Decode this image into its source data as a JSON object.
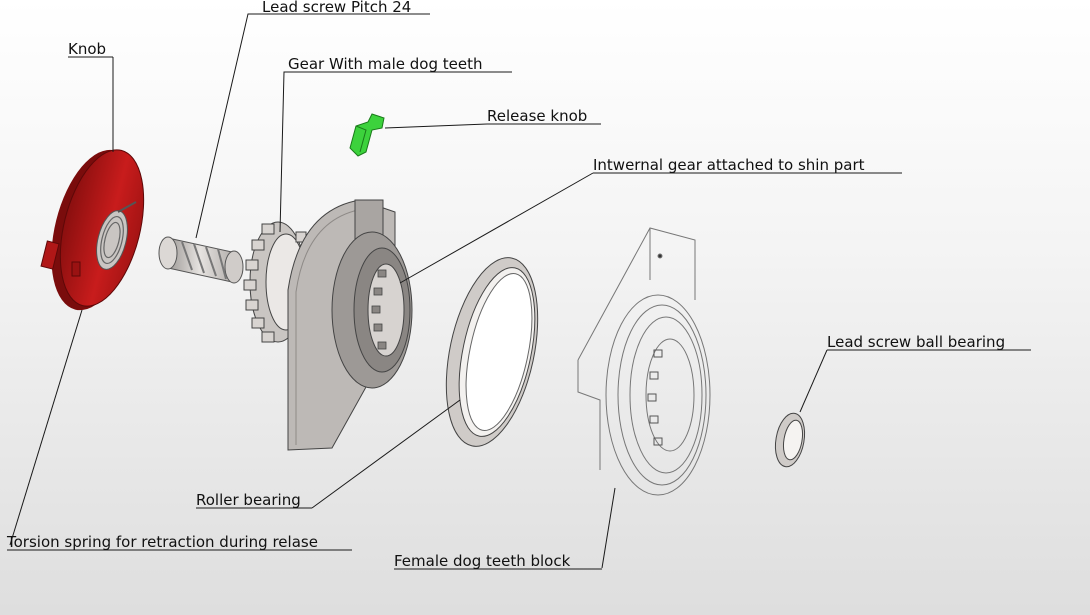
{
  "labels": {
    "knob": "Knob",
    "lead_screw_pitch": "Lead screw Pitch 24",
    "gear_male_dog_teeth": "Gear With male dog teeth",
    "release_knob": "Release knob",
    "internal_gear": "Intwernal gear attached to shin part",
    "lead_screw_ball_bearing": "Lead screw ball bearing",
    "roller_bearing": "Roller bearing",
    "torsion_spring": "Torsion spring for retraction during relase",
    "female_dog_teeth_block": "Female dog teeth block"
  },
  "colors": {
    "knob": "#c01818",
    "release_knob": "#3cd23c",
    "metal": "#d6d2cf",
    "outline": "#333333"
  }
}
